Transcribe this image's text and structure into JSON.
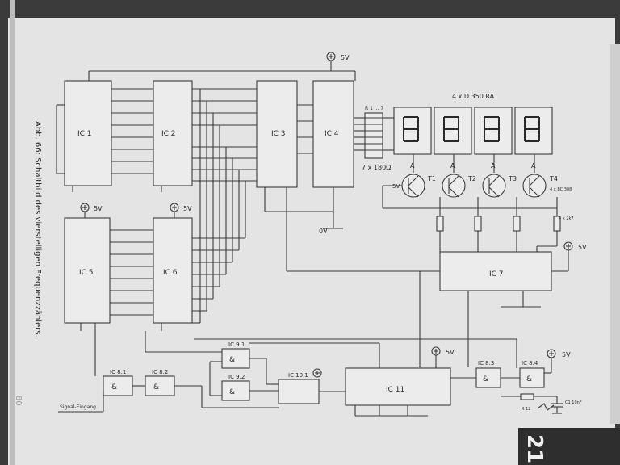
{
  "caption": "Abb. 66: Schaltbild des vierstelligen Frequenzzählers.",
  "side_number": "80",
  "page_number": "21",
  "supply": "5V",
  "ground": "0V",
  "display_label": "4 x D 350 RA",
  "resistor_array_label": "7 x 180Ω",
  "transistor_type": "4 x BC 308",
  "base_resistor_label": "4 x 2k7",
  "signal_input": "Signal-Eingang",
  "chips": {
    "ic1": "IC 1",
    "ic2": "IC 2",
    "ic3": "IC 3",
    "ic4": "IC 4",
    "ic5": "IC 5",
    "ic6": "IC 6",
    "ic7": "IC 7",
    "ic8_1": "IC 8.1",
    "ic8_2": "IC 8.2",
    "ic8_3": "IC 8.3",
    "ic8_4": "IC 8.4",
    "ic9_1": "IC 9.1",
    "ic9_2": "IC 9.2",
    "ic10_1": "IC 10.1",
    "ic11": "IC 11"
  },
  "transistors": [
    "T1",
    "T2",
    "T3",
    "T4"
  ],
  "gate_symbol": "&",
  "anode": "A",
  "r_label": "R 1 ... 7",
  "c_label": "C1 10nF",
  "rc_label": "R 12"
}
